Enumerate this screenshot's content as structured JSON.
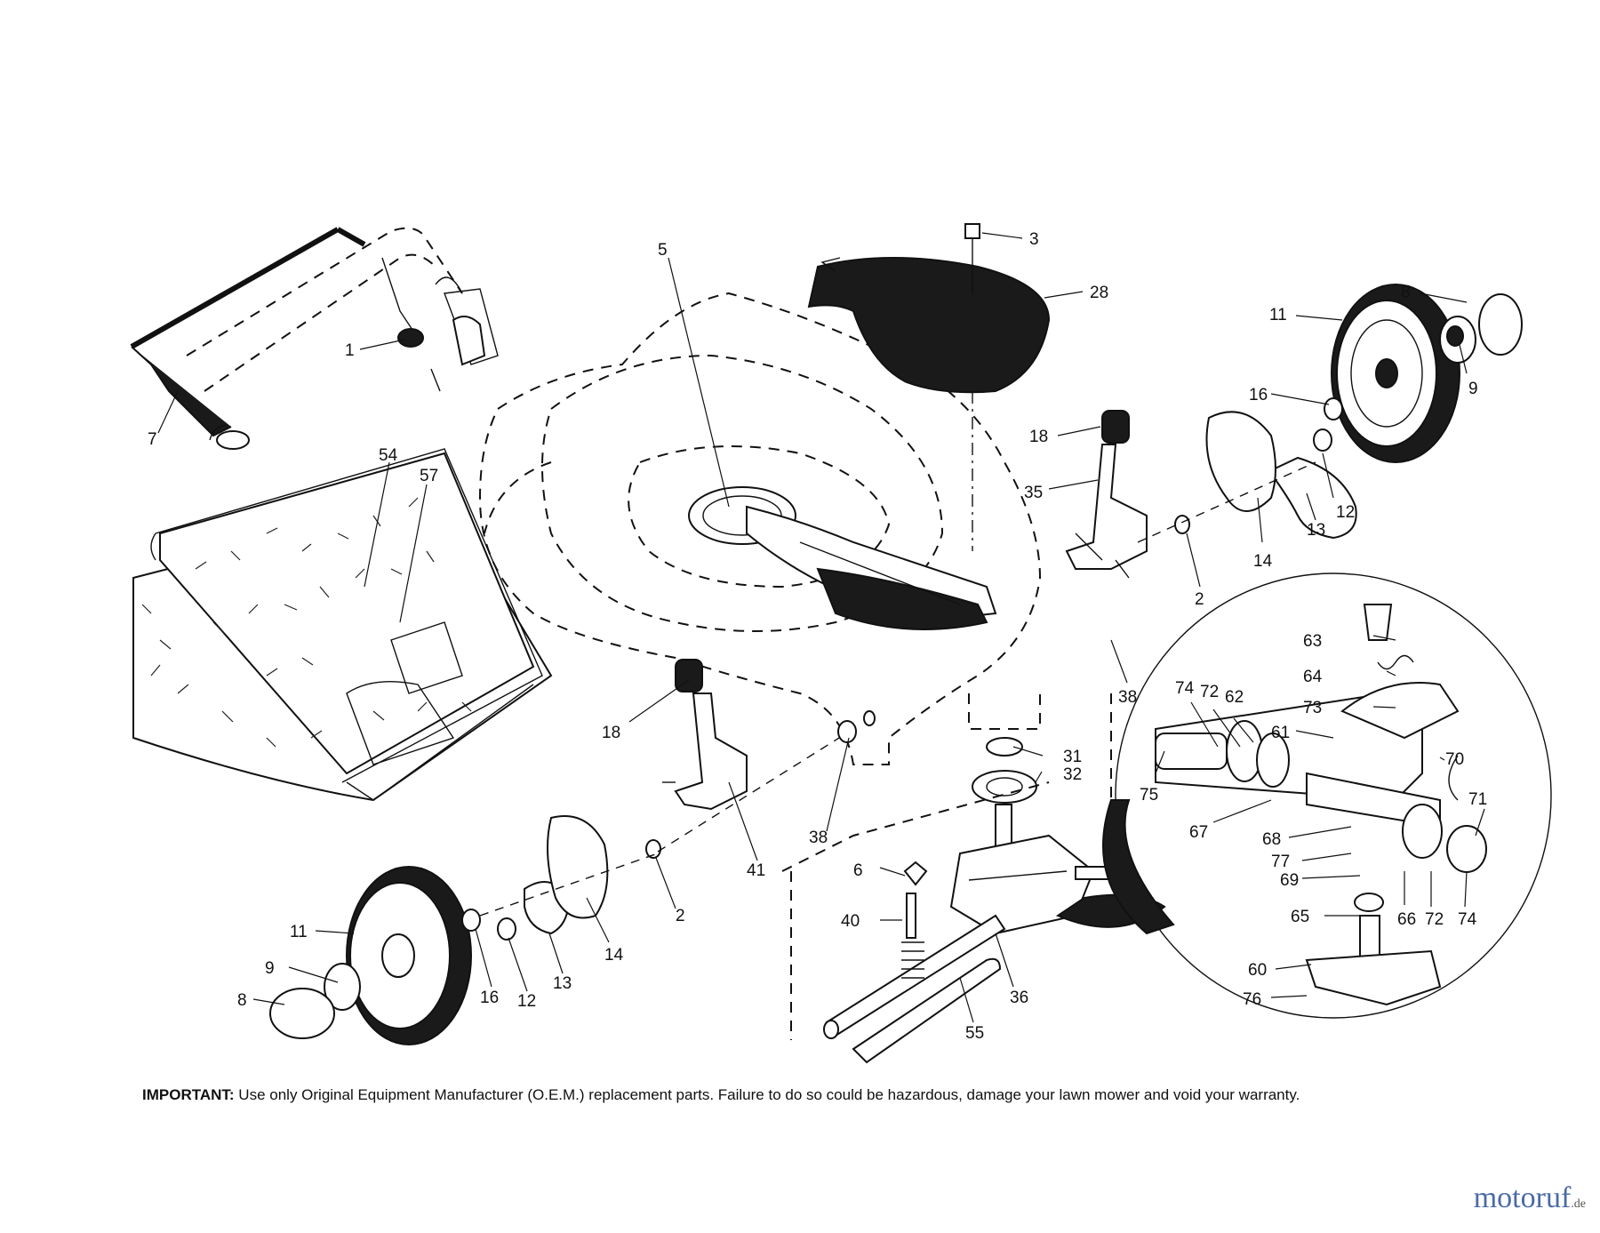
{
  "notice": {
    "label": "IMPORTANT:",
    "text": "Use only Original Equipment Manufacturer (O.E.M.) replacement parts.  Failure to do so could be hazardous, damage your lawn mower and void your warranty."
  },
  "watermark": {
    "main": "motoruf",
    "tld": ".de"
  },
  "callouts": [
    {
      "id": "c-3",
      "text": "3"
    },
    {
      "id": "c-28",
      "text": "28"
    },
    {
      "id": "c-5",
      "text": "5"
    },
    {
      "id": "c-8a",
      "text": "8"
    },
    {
      "id": "c-11a",
      "text": "11"
    },
    {
      "id": "c-9a",
      "text": "9"
    },
    {
      "id": "c-16a",
      "text": "16"
    },
    {
      "id": "c-12a",
      "text": "12"
    },
    {
      "id": "c-13a",
      "text": "13"
    },
    {
      "id": "c-14a",
      "text": "14"
    },
    {
      "id": "c-18a",
      "text": "18"
    },
    {
      "id": "c-35",
      "text": "35"
    },
    {
      "id": "c-2a",
      "text": "2"
    },
    {
      "id": "c-1",
      "text": "1"
    },
    {
      "id": "c-7",
      "text": "7"
    },
    {
      "id": "c-54",
      "text": "54"
    },
    {
      "id": "c-57",
      "text": "57"
    },
    {
      "id": "c-38a",
      "text": "38"
    },
    {
      "id": "c-63",
      "text": "63"
    },
    {
      "id": "c-64",
      "text": "64"
    },
    {
      "id": "c-73",
      "text": "73"
    },
    {
      "id": "c-74a",
      "text": "74"
    },
    {
      "id": "c-72a",
      "text": "72"
    },
    {
      "id": "c-62",
      "text": "62"
    },
    {
      "id": "c-61",
      "text": "61"
    },
    {
      "id": "c-70",
      "text": "70"
    },
    {
      "id": "c-75",
      "text": "75"
    },
    {
      "id": "c-71",
      "text": "71"
    },
    {
      "id": "c-67",
      "text": "67"
    },
    {
      "id": "c-68",
      "text": "68"
    },
    {
      "id": "c-77",
      "text": "77"
    },
    {
      "id": "c-69",
      "text": "69"
    },
    {
      "id": "c-66",
      "text": "66"
    },
    {
      "id": "c-72b",
      "text": "72"
    },
    {
      "id": "c-74b",
      "text": "74"
    },
    {
      "id": "c-65",
      "text": "65"
    },
    {
      "id": "c-60",
      "text": "60"
    },
    {
      "id": "c-76",
      "text": "76"
    },
    {
      "id": "c-18b",
      "text": "18"
    },
    {
      "id": "c-31",
      "text": "31"
    },
    {
      "id": "c-32",
      "text": "32"
    },
    {
      "id": "c-38b",
      "text": "38"
    },
    {
      "id": "c-41",
      "text": "41"
    },
    {
      "id": "c-6",
      "text": "6"
    },
    {
      "id": "c-40",
      "text": "40"
    },
    {
      "id": "c-2b",
      "text": "2"
    },
    {
      "id": "c-14b",
      "text": "14"
    },
    {
      "id": "c-11b",
      "text": "11"
    },
    {
      "id": "c-9b",
      "text": "9"
    },
    {
      "id": "c-8b",
      "text": "8"
    },
    {
      "id": "c-16b",
      "text": "16"
    },
    {
      "id": "c-12b",
      "text": "12"
    },
    {
      "id": "c-13b",
      "text": "13"
    },
    {
      "id": "c-36",
      "text": "36"
    },
    {
      "id": "c-55",
      "text": "55"
    }
  ]
}
